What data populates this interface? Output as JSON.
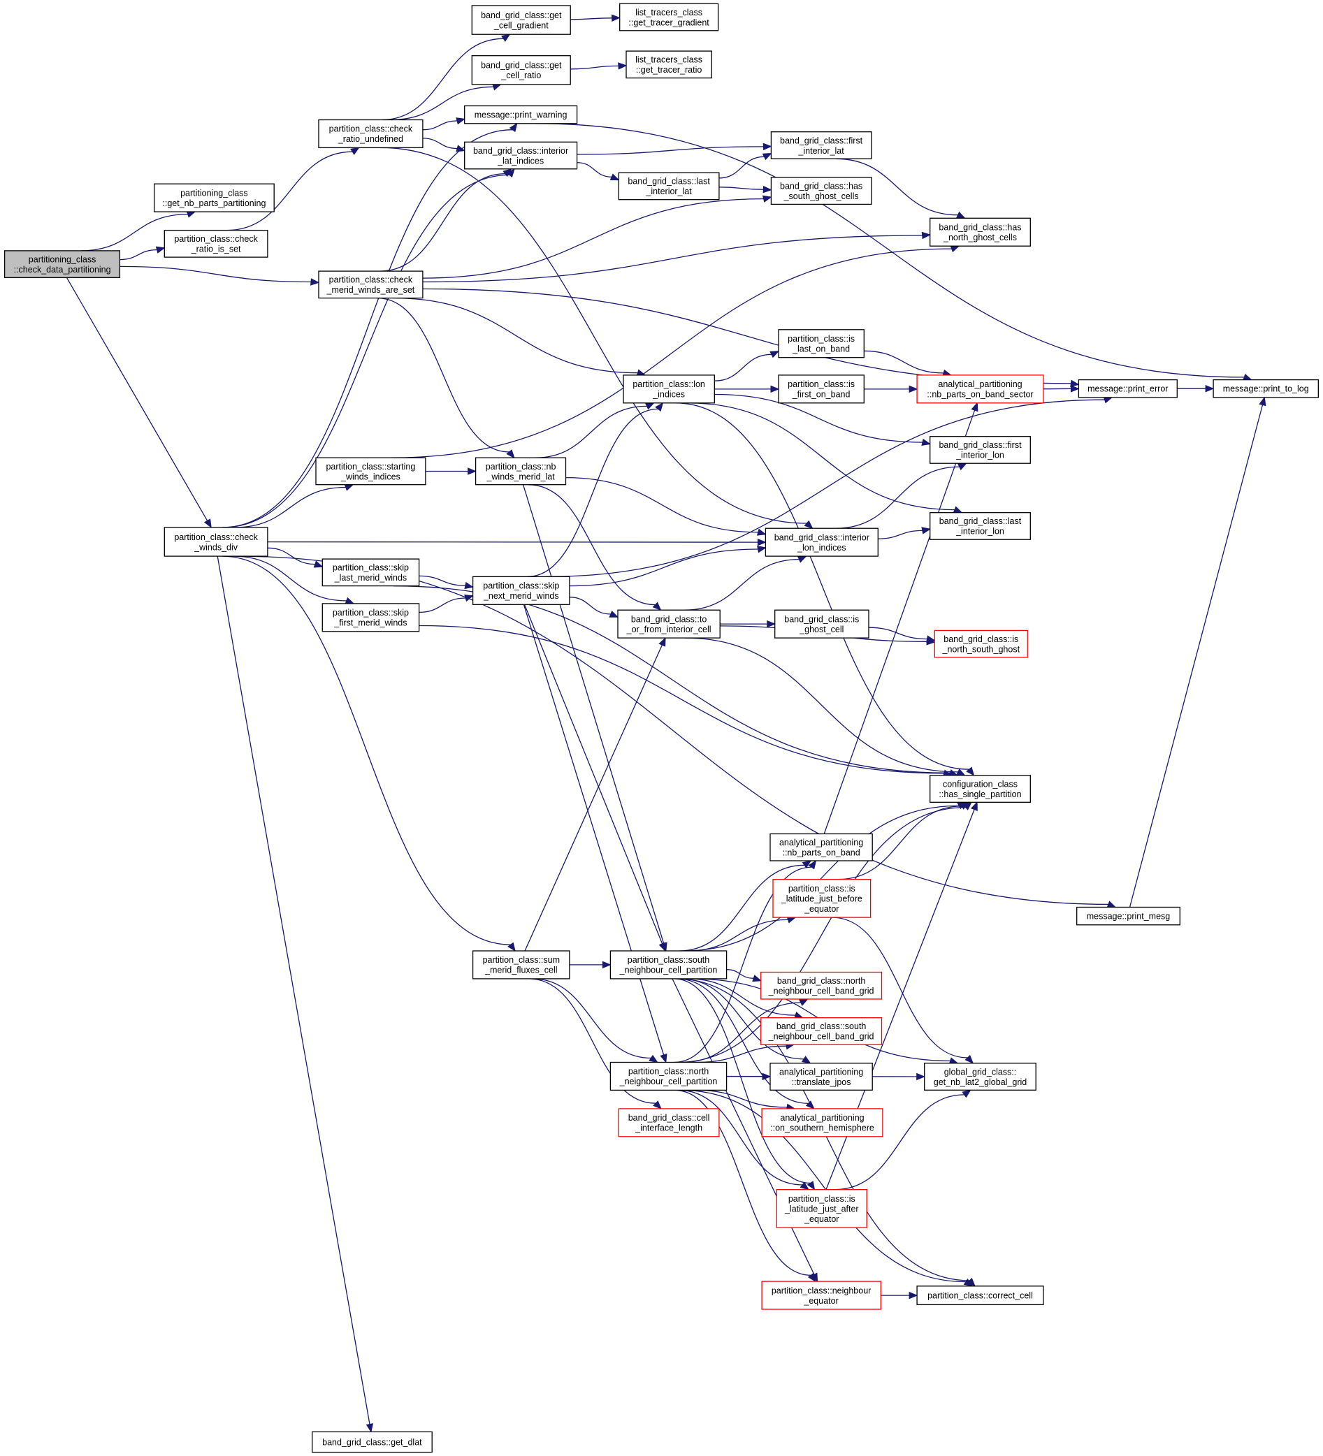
{
  "colors": {
    "edge": "#191970",
    "root_fill": "#bfbfbf",
    "truncated_border": "#ff0000",
    "node_border": "#000000"
  },
  "nodes": {
    "root": {
      "lines": [
        "partitioning_class",
        "::check_data_partitioning"
      ]
    },
    "get_nb_parts": {
      "lines": [
        "partitioning_class",
        "::get_nb_parts_partitioning"
      ]
    },
    "check_ratio_is_set": {
      "lines": [
        "partition_class::check",
        "_ratio_is_set"
      ]
    },
    "check_ratio_undefined": {
      "lines": [
        "partition_class::check",
        "_ratio_undefined"
      ]
    },
    "check_merid": {
      "lines": [
        "partition_class::check",
        "_merid_winds_are_set"
      ]
    },
    "check_winds_div": {
      "lines": [
        "partition_class::check",
        "_winds_div"
      ]
    },
    "get_dlat": {
      "lines": [
        "band_grid_class::get_dlat"
      ]
    },
    "get_cell_gradient": {
      "lines": [
        "band_grid_class::get",
        "_cell_gradient"
      ]
    },
    "get_cell_ratio": {
      "lines": [
        "band_grid_class::get",
        "_cell_ratio"
      ]
    },
    "print_warning": {
      "lines": [
        "message::print_warning"
      ]
    },
    "interior_lat_indices": {
      "lines": [
        "band_grid_class::interior",
        "_lat_indices"
      ]
    },
    "get_tracer_gradient": {
      "lines": [
        "list_tracers_class",
        "::get_tracer_gradient"
      ]
    },
    "get_tracer_ratio": {
      "lines": [
        "list_tracers_class",
        "::get_tracer_ratio"
      ]
    },
    "first_interior_lat": {
      "lines": [
        "band_grid_class::first",
        "_interior_lat"
      ]
    },
    "last_interior_lat": {
      "lines": [
        "band_grid_class::last",
        "_interior_lat"
      ]
    },
    "has_south_ghost": {
      "lines": [
        "band_grid_class::has",
        "_south_ghost_cells"
      ]
    },
    "has_north_ghost": {
      "lines": [
        "band_grid_class::has",
        "_north_ghost_cells"
      ]
    },
    "is_last_on_band": {
      "lines": [
        "partition_class::is",
        "_last_on_band"
      ]
    },
    "is_first_on_band": {
      "lines": [
        "partition_class::is",
        "_first_on_band"
      ]
    },
    "lon_indices": {
      "lines": [
        "partition_class::lon",
        "_indices"
      ]
    },
    "nb_parts_on_band_sector": {
      "lines": [
        "analytical_partitioning",
        "::nb_parts_on_band_sector"
      ]
    },
    "print_error": {
      "lines": [
        "message::print_error"
      ]
    },
    "print_to_log": {
      "lines": [
        "message::print_to_log"
      ]
    },
    "starting_winds": {
      "lines": [
        "partition_class::starting",
        "_winds_indices"
      ]
    },
    "nb_winds_merid_lat": {
      "lines": [
        "partition_class::nb",
        "_winds_merid_lat"
      ]
    },
    "first_interior_lon": {
      "lines": [
        "band_grid_class::first",
        "_interior_lon"
      ]
    },
    "last_interior_lon": {
      "lines": [
        "band_grid_class::last",
        "_interior_lon"
      ]
    },
    "interior_lon_indices": {
      "lines": [
        "band_grid_class::interior",
        "_lon_indices"
      ]
    },
    "skip_last": {
      "lines": [
        "partition_class::skip",
        "_last_merid_winds"
      ]
    },
    "skip_next": {
      "lines": [
        "partition_class::skip",
        "_next_merid_winds"
      ]
    },
    "skip_first": {
      "lines": [
        "partition_class::skip",
        "_first_merid_winds"
      ]
    },
    "to_or_from": {
      "lines": [
        "band_grid_class::to",
        "_or_from_interior_cell"
      ]
    },
    "is_ghost_cell": {
      "lines": [
        "band_grid_class::is",
        "_ghost_cell"
      ]
    },
    "is_north_south_ghost": {
      "lines": [
        "band_grid_class::is",
        "_north_south_ghost"
      ]
    },
    "has_single_partition": {
      "lines": [
        "configuration_class",
        "::has_single_partition"
      ]
    },
    "nb_parts_on_band": {
      "lines": [
        "analytical_partitioning",
        "::nb_parts_on_band"
      ]
    },
    "is_lat_before": {
      "lines": [
        "partition_class::is",
        "_latitude_just_before",
        "_equator"
      ]
    },
    "print_mesg": {
      "lines": [
        "message::print_mesg"
      ]
    },
    "sum_merid": {
      "lines": [
        "partition_class::sum",
        "_merid_fluxes_cell"
      ]
    },
    "south_neighbour": {
      "lines": [
        "partition_class::south",
        "_neighbour_cell_partition"
      ]
    },
    "north_neighbour_band": {
      "lines": [
        "band_grid_class::north",
        "_neighbour_cell_band_grid"
      ]
    },
    "south_neighbour_band": {
      "lines": [
        "band_grid_class::south",
        "_neighbour_cell_band_grid"
      ]
    },
    "north_neighbour": {
      "lines": [
        "partition_class::north",
        "_neighbour_cell_partition"
      ]
    },
    "translate_jpos": {
      "lines": [
        "analytical_partitioning",
        "::translate_jpos"
      ]
    },
    "global_grid": {
      "lines": [
        "global_grid_class::",
        "get_nb_lat2_global_grid"
      ]
    },
    "cell_interface": {
      "lines": [
        "band_grid_class::cell",
        "_interface_length"
      ]
    },
    "southern_hemisphere": {
      "lines": [
        "analytical_partitioning",
        "::on_southern_hemisphere"
      ]
    },
    "is_lat_after": {
      "lines": [
        "partition_class::is",
        "_latitude_just_after",
        "_equator"
      ]
    },
    "neighbour_equator": {
      "lines": [
        "partition_class::neighbour",
        "_equator"
      ]
    },
    "correct_cell": {
      "lines": [
        "partition_class::correct_cell"
      ]
    }
  }
}
